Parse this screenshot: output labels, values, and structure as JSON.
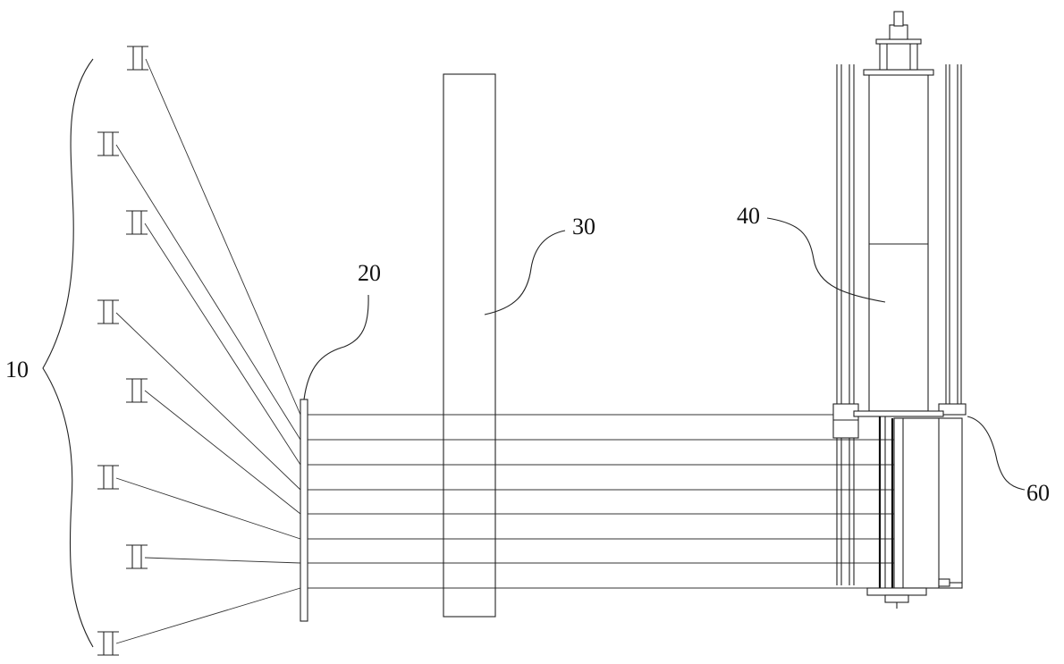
{
  "labels": {
    "bobbins": "10",
    "guide_plate": "20",
    "frame": "30",
    "winder": "40",
    "roller_assembly": "60"
  },
  "colors": {
    "line": "#222222",
    "background": "#ffffff"
  }
}
